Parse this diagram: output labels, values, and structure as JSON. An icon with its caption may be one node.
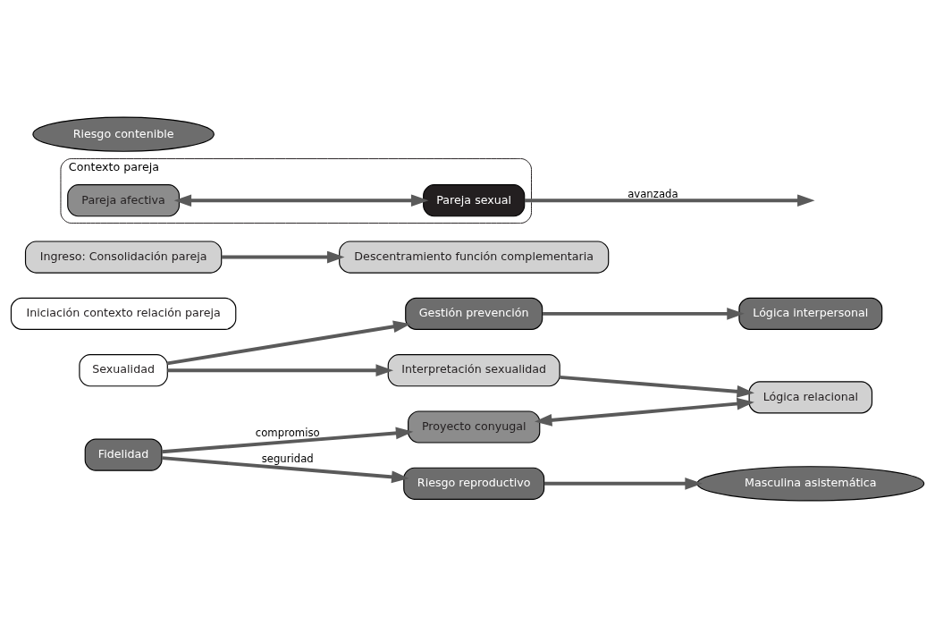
{
  "diagram": {
    "nodes": [
      {
        "text": [
          "Sexualidad"
        ]
      },
      {
        "text": [
          "Iniciación contexto relación pareja"
        ]
      },
      {
        "text": [
          "Interpretación sexualidad"
        ]
      },
      {
        "text": [
          "Lógica relacional"
        ]
      },
      {
        "text": [
          "Ingreso: Consolidación pareja"
        ]
      },
      {
        "text": [
          "Descentramiento función complementaria"
        ]
      },
      {
        "text": [
          "Contexto pareja"
        ]
      },
      {
        "text": [
          "Pareja afectiva"
        ],
        "in": 6
      },
      {
        "text": [
          "Pareja sexual"
        ],
        "in": 6
      },
      {
        "text": [
          "Proyecto conyugal"
        ]
      },
      {
        "text": [
          "Fidelidad"
        ]
      },
      {
        "text": [
          "Gestión prevención"
        ]
      },
      {
        "text": [
          "Lógica interpersonal"
        ]
      },
      {
        "text": [
          "Riesgo reproductivo"
        ]
      },
      {
        "text": [
          "Riesgo contenible"
        ]
      },
      {
        "text": [
          "Masculina asistemática"
        ]
      }
    ],
    "edges": [
      {
        "from": 0,
        "to": 2,
        "arrow": "to"
      },
      {
        "from": 0,
        "to": 11,
        "arrow": "to"
      },
      {
        "from": 2,
        "to": 3,
        "arrow": "to"
      },
      {
        "from": 4,
        "to": 5,
        "arrow": "to"
      },
      {
        "from": 9,
        "to": 3,
        "arrow": "both"
      },
      {
        "from": 7,
        "to": 8,
        "arrow": "both"
      },
      {
        "from": 8,
        "to": null,
        "arrow": "to",
        "label": "avanzada"
      },
      {
        "from": 10,
        "to": 9,
        "arrow": "to",
        "label": "compromiso"
      },
      {
        "from": 10,
        "to": 13,
        "arrow": "to",
        "label": "seguridad"
      },
      {
        "from": 11,
        "to": 12,
        "arrow": "to"
      },
      {
        "from": 13,
        "to": 15,
        "arrow": "to"
      }
    ]
  }
}
